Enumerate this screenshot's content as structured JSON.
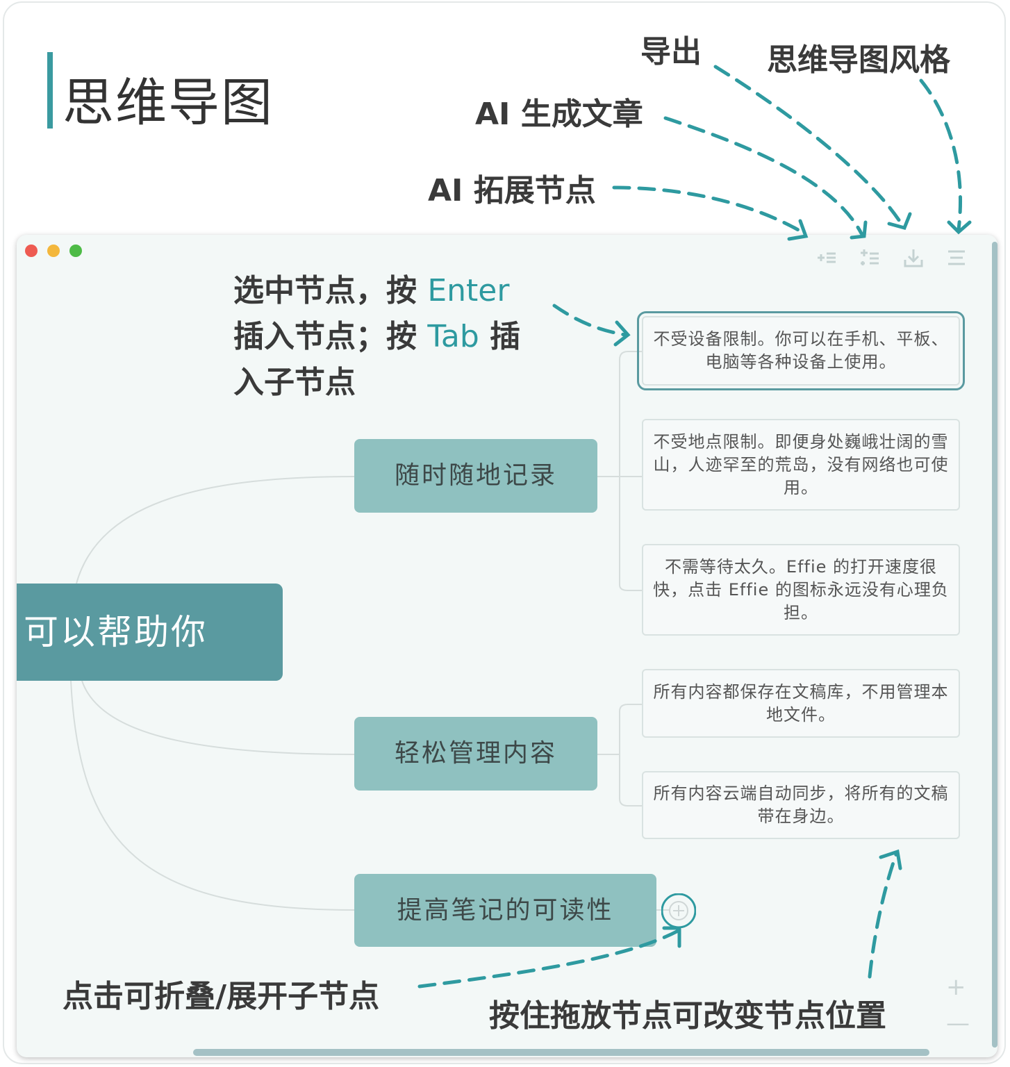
{
  "header": {
    "title": "思维导图"
  },
  "annotations": {
    "export": "导出",
    "style": "思维导图风格",
    "ai_article": "AI 生成文章",
    "ai_expand": "AI 拓展节点",
    "enter_tab": {
      "p1": "选中节点，按 ",
      "k1": "Enter",
      "p2": "插入节点；按 ",
      "k2": "Tab",
      "p3": " 插",
      "p4": "入子节点"
    },
    "collapse": "点击可折叠/展开子节点",
    "drag": "按住拖放节点可改变节点位置"
  },
  "window": {
    "controls": {
      "close_color": "#ee5b52",
      "min_color": "#f3b73c",
      "max_color": "#4dbb46"
    },
    "toolbar": [
      {
        "icon": "ai-expand-node-icon"
      },
      {
        "icon": "ai-generate-article-icon"
      },
      {
        "icon": "export-download-icon"
      },
      {
        "icon": "mindmap-style-icon"
      }
    ],
    "zoom": {
      "in": "+",
      "out": "—"
    }
  },
  "mindmap": {
    "root": "可以帮助你",
    "branches": [
      {
        "label": "随时随地记录",
        "children": [
          "不受设备限制。你可以在手机、平板、电脑等各种设备上使用。",
          "不受地点限制。即便身处巍峨壮阔的雪山，人迹罕至的荒岛，没有网络也可使用。",
          "不需等待太久。Effie 的打开速度很快，点击 Effie 的图标永远没有心理负担。"
        ]
      },
      {
        "label": "轻松管理内容",
        "children": [
          "所有内容都保存在文稿库，不用管理本地文件。",
          "所有内容云端自动同步，将所有的文稿带在身边。"
        ]
      },
      {
        "label": "提高笔记的可读性",
        "children": []
      }
    ]
  },
  "colors": {
    "accent": "#2e9aa0",
    "root": "#5a9aa0",
    "branch": "#8fc1c0",
    "canvas": "#f3f8f7"
  }
}
